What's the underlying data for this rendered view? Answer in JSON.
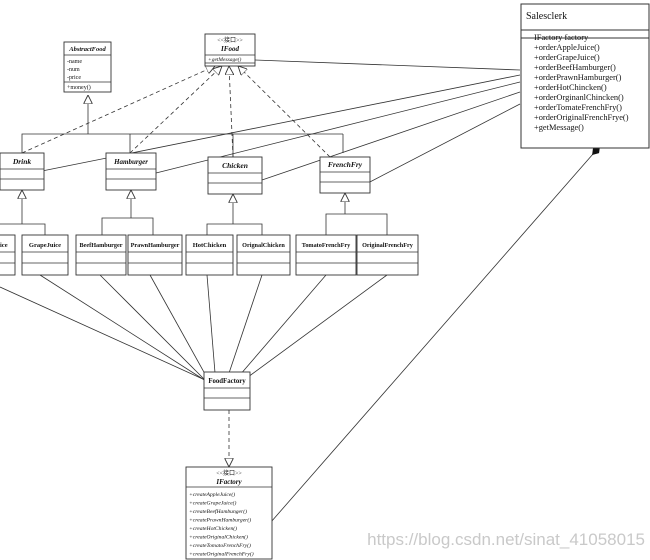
{
  "diagram": {
    "abstract_food": {
      "name": "AbstractFood",
      "attributes": [
        "-name",
        "-num",
        "-price"
      ],
      "methods": [
        "+money()"
      ]
    },
    "ifood": {
      "stereotype": "<<接口>>",
      "name": "IFood",
      "methods": [
        "+getMessage()"
      ]
    },
    "salesclerk": {
      "name": "Salesclerk",
      "attributes": [
        "IFactory factory"
      ],
      "methods": [
        "+orderAppleJuice()",
        "+orderGrapeJuice()",
        "+orderBeefHamburger()",
        "+orderPrawnHamburger()",
        "+orderHotChincken()",
        "+orderOrginanlChincken()",
        "+orderTomateFrenchFry()",
        "+orderOriginalFrenchFrye()",
        "+getMessage()"
      ]
    },
    "categories": {
      "drink": "Drink",
      "hamburger": "Hamburger",
      "chicken": "Chicken",
      "frenchfry": "FrenchFry"
    },
    "products": {
      "apple_juice": "ice",
      "grape_juice": "GrapeJuice",
      "beef_hamburger": "BeefHamburger",
      "prawn_hamburger": "PrawnHamburger",
      "hot_chicken": "HotChicken",
      "original_chicken": "OrignalChicken",
      "tomato_frenchfry": "TomatoFrenchFry",
      "original_frenchfry": "OriginalFrenchFry"
    },
    "food_factory": {
      "name": "FoodFactory"
    },
    "ifactory": {
      "stereotype": "<<接口>>",
      "name": "IFactory",
      "methods": [
        "+createAppleJuice()",
        "+createGrapeJuice()",
        "+createBeefHambunger()",
        "+createPrawnHamburger()",
        "+createHotChicken()",
        "+createOriginalChicken()",
        "+createTomatoFrenchFry()",
        "+createOriginalFrenchFry()"
      ]
    }
  },
  "watermark": "https://blog.csdn.net/sinat_41058015"
}
